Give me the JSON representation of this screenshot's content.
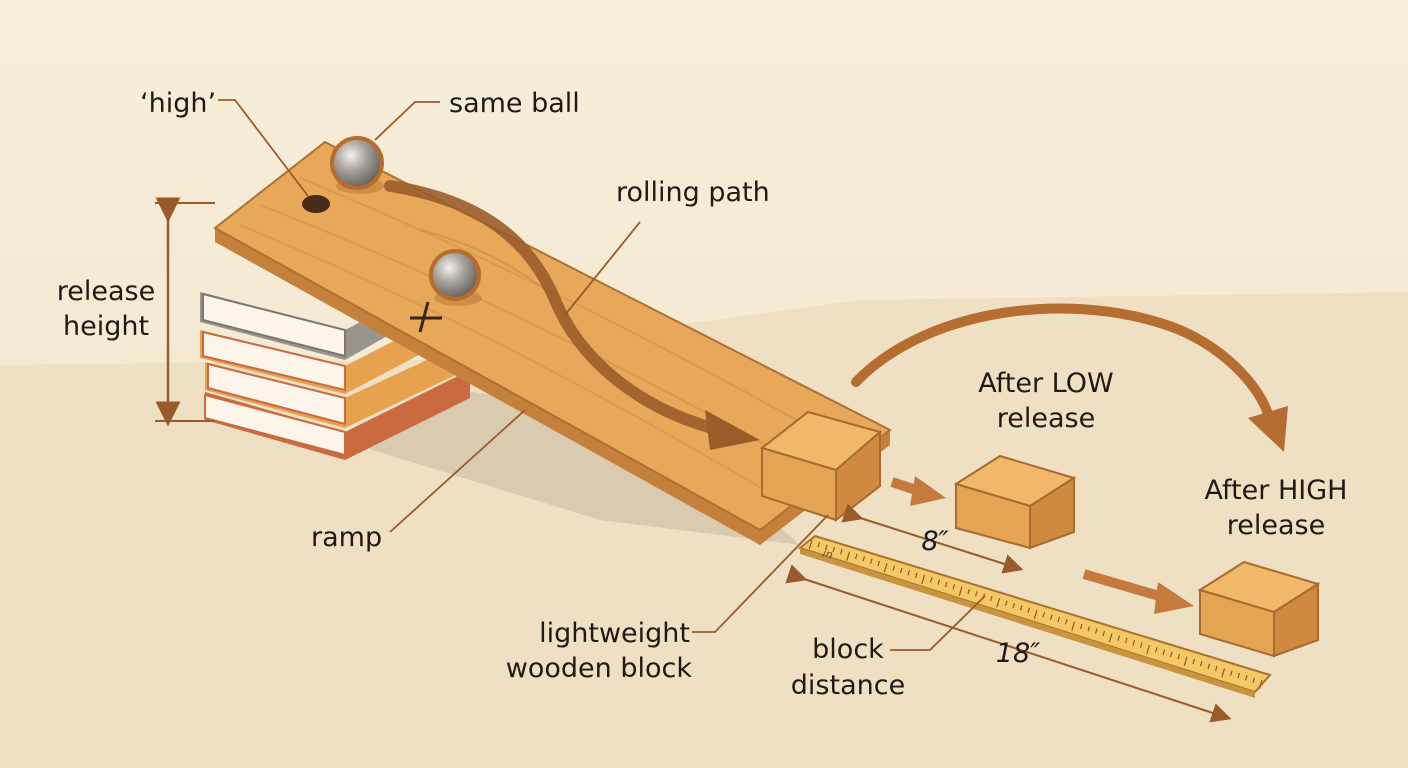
{
  "labels": {
    "high_mark": "‘high’",
    "ball": "same ball",
    "path": "rolling path",
    "release_height": [
      "release",
      "height"
    ],
    "ramp": "ramp",
    "block": [
      "lightweight",
      "wooden block"
    ],
    "after_low": [
      "After LOW",
      "release"
    ],
    "after_high": [
      "After HIGH",
      "release"
    ],
    "distance": [
      "block",
      "distance"
    ],
    "dist_low": "8″",
    "dist_high": "18″",
    "ruler_unit": "in"
  },
  "colors": {
    "background_top": "#f6ecd6",
    "floor": "#efe0c4",
    "wood": "#e7a85a",
    "wood_dark": "#c5813b",
    "block": "#e5a354",
    "arrow": "#b56d32",
    "leader": "#9a5b2c",
    "ruler": "#f4c866",
    "book_red": "#c96a3f",
    "book_orange": "#e7a24f",
    "book_gray": "#9a958c"
  }
}
